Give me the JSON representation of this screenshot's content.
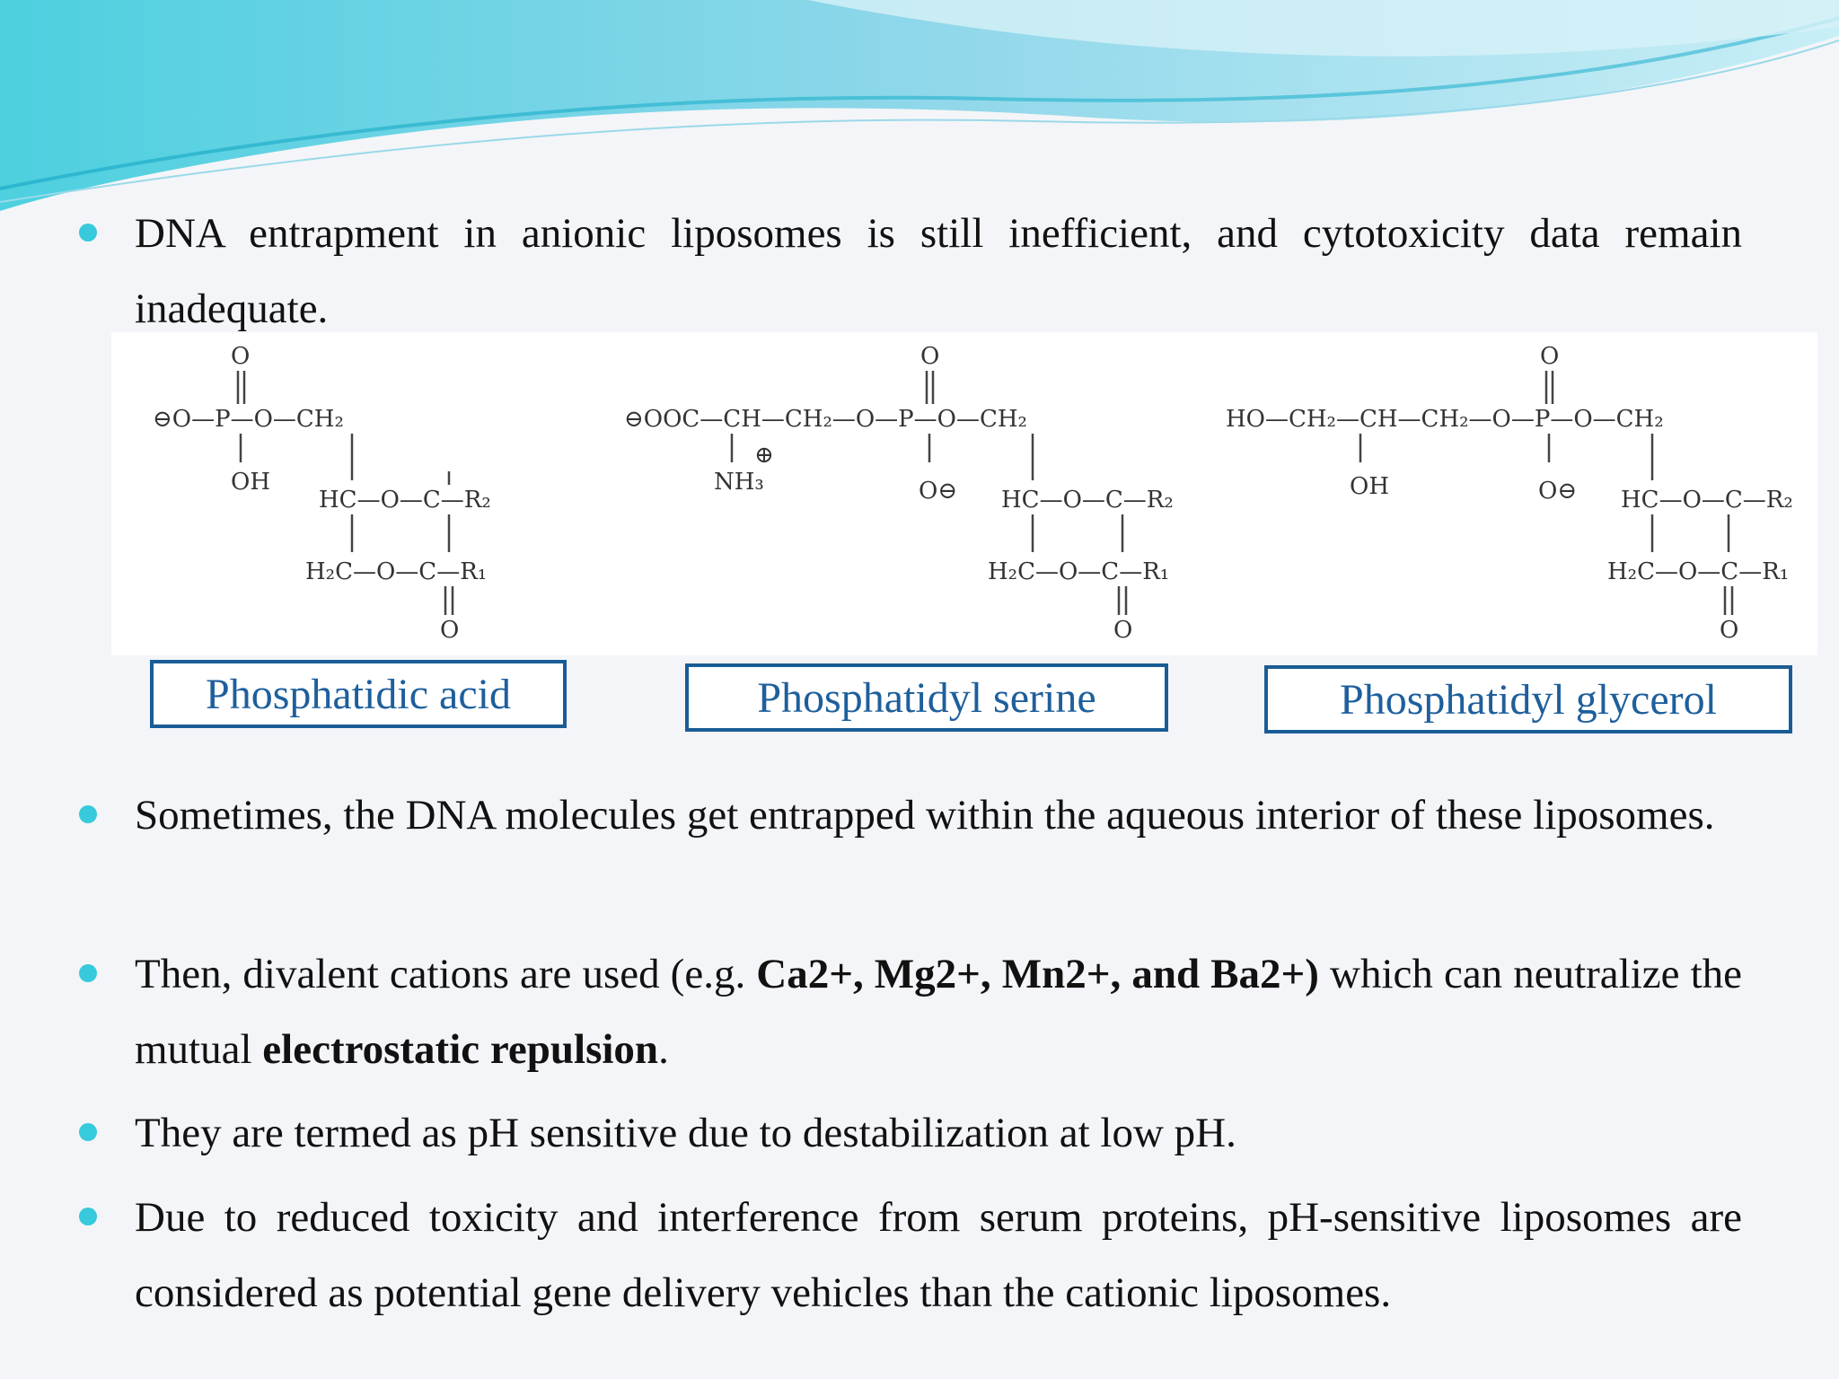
{
  "bullets": {
    "b1": "DNA entrapment in anionic liposomes is still inefficient, and cytotoxicity data remain inadequate.",
    "b2": "Sometimes, the DNA molecules get entrapped within the aqueous interior of these liposomes.",
    "b3_pre": "Then, divalent cations are used (e.g. ",
    "b3_bold1": "Ca2+, Mg2+, Mn2+, and Ba2+)",
    "b3_mid": " which can neutralize the mutual ",
    "b3_bold2": "electrostatic repulsion",
    "b3_post": ".",
    "b4": "They are termed as pH sensitive due to destabilization at low pH.",
    "b5": "Due to reduced toxicity and interference from serum proteins, pH-sensitive liposomes are considered as potential gene delivery vehicles than the cationic liposomes."
  },
  "structures": {
    "acid": {
      "label": "Phosphatidic acid",
      "head": "⊖O—P—O—CH₂",
      "oxygen": "O",
      "oh": "OH",
      "r2": "HC—O—C—R₂",
      "r1": "H₂C—O—C—R₁"
    },
    "serine": {
      "label": "Phosphatidyl serine",
      "head": "⊖OOC—CH—CH₂—O—P—O—CH₂",
      "oxygen": "O",
      "nh3": "NH₃",
      "plus": "⊕",
      "ominus": "O⊖",
      "r2": "HC—O—C—R₂",
      "r1": "H₂C—O—C—R₁"
    },
    "glycerol": {
      "label": "Phosphatidyl glycerol",
      "head": "HO—CH₂—CH—CH₂—O—P—O—CH₂",
      "oxygen": "O",
      "oh": "OH",
      "ominus": "O⊖",
      "r2": "HC—O—C—R₂",
      "r1": "H₂C—O—C—R₁"
    }
  },
  "colors": {
    "bullet": "#37c9dc",
    "label_border": "#1a5c96",
    "label_text": "#1e5f9c",
    "wave_light": "#bfe9f2",
    "wave_mid": "#7fd3e6",
    "wave_dark": "#3fa9c9"
  }
}
